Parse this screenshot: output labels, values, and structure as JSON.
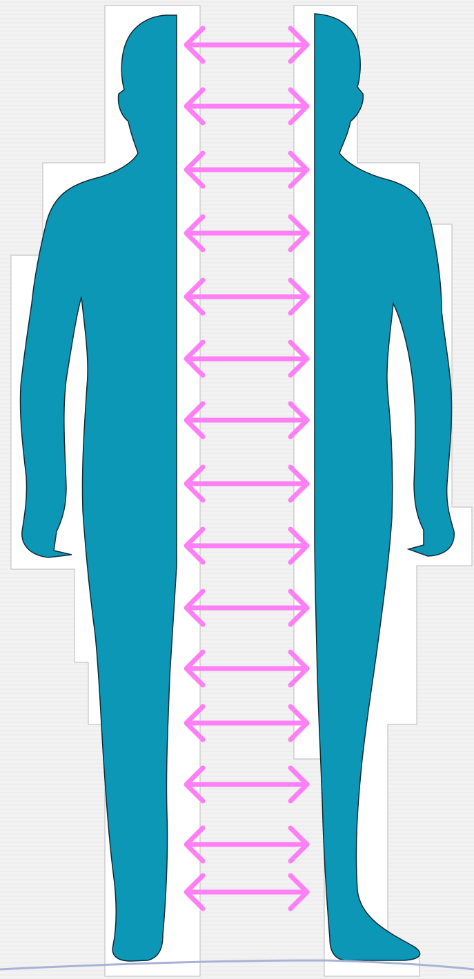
{
  "colors": {
    "background": "#f2f2f2",
    "paper_texture": "#e6e6e6",
    "backing_panel": "#ffffff",
    "backing_outline": "#b9b9b9",
    "silhouette_fill": "#0d97b6",
    "silhouette_outline": "#0d2a33",
    "arrow_color": "#ff7ff5",
    "baseline": "#a9b2d6"
  },
  "icons": {
    "arrow": "double-headed-arrow-icon",
    "left_half": "body-silhouette-left-half-icon",
    "right_half": "body-silhouette-right-half-icon"
  },
  "diagram": {
    "arrow_count": 15,
    "halves": [
      "left",
      "right"
    ]
  }
}
